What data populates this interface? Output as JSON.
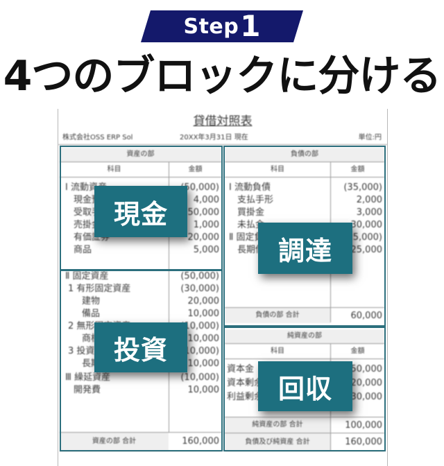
{
  "header": {
    "step_label": "Step",
    "step_number": "1",
    "headline": "4つのブロックに分ける"
  },
  "sheet": {
    "title": "貸借対照表",
    "company": "株式会社OSS ERP Sol",
    "date": "20XX年3月31日 現在",
    "unit": "単位:円",
    "assets": {
      "section_title": "資産の部",
      "col_item": "科目",
      "col_amount": "金額",
      "rows": [
        {
          "item": "Ⅰ 流動資産",
          "amount": "(50,000)"
        },
        {
          "item": "現金預金",
          "amount": "4,000"
        },
        {
          "item": "受取手形",
          "amount": "50,000"
        },
        {
          "item": "売掛金",
          "amount": "1,000"
        },
        {
          "item": "有価証券",
          "amount": "20,000"
        },
        {
          "item": "商品",
          "amount": "5,000"
        },
        {
          "item": "Ⅱ 固定資産",
          "amount": "(50,000)"
        },
        {
          "item": "1 有形固定資産",
          "amount": "(30,000)"
        },
        {
          "item": "建物",
          "amount": "20,000"
        },
        {
          "item": "備品",
          "amount": "10,000"
        },
        {
          "item": "2 無形固定資産",
          "amount": "(10,000)"
        },
        {
          "item": "商標権",
          "amount": "10,000"
        },
        {
          "item": "3 投資その他",
          "amount": "(10,000)"
        },
        {
          "item": "長期貸付金",
          "amount": "10,000"
        },
        {
          "item": "Ⅲ 繰延資産",
          "amount": "(10,000)"
        },
        {
          "item": "開発費",
          "amount": "10,000"
        }
      ],
      "total_label": "資産の部 合計",
      "total_amount": "160,000"
    },
    "liabilities": {
      "section_title": "負債の部",
      "col_item": "科目",
      "col_amount": "金額",
      "rows": [
        {
          "item": "Ⅰ 流動負債",
          "amount": "(35,000)"
        },
        {
          "item": "支払手形",
          "amount": "2,000"
        },
        {
          "item": "買掛金",
          "amount": "3,000"
        },
        {
          "item": "未払金",
          "amount": "30,000"
        },
        {
          "item": "Ⅱ 固定負債",
          "amount": "(25,000)"
        },
        {
          "item": "長期借入金",
          "amount": "25,000"
        }
      ],
      "total_label": "負債の部 合計",
      "total_amount": "60,000"
    },
    "net_assets": {
      "section_title": "純資産の部",
      "col_item": "科目",
      "col_amount": "金額",
      "rows": [
        {
          "item": "資本金",
          "amount": "50,000"
        },
        {
          "item": "資本剰余金",
          "amount": "20,000"
        },
        {
          "item": "利益剰余金",
          "amount": "30,000"
        }
      ],
      "total_label": "純資産の部 合計",
      "total_amount": "100,000",
      "grand_total_label": "負債及び純資産 合計",
      "grand_total_amount": "160,000"
    }
  },
  "tags": {
    "cash": "現金",
    "funding": "調達",
    "investment": "投資",
    "recovery": "回収"
  },
  "colors": {
    "banner": "#14196b",
    "tag": "#1d6f7f",
    "block_outline": "#2c6f7d"
  }
}
